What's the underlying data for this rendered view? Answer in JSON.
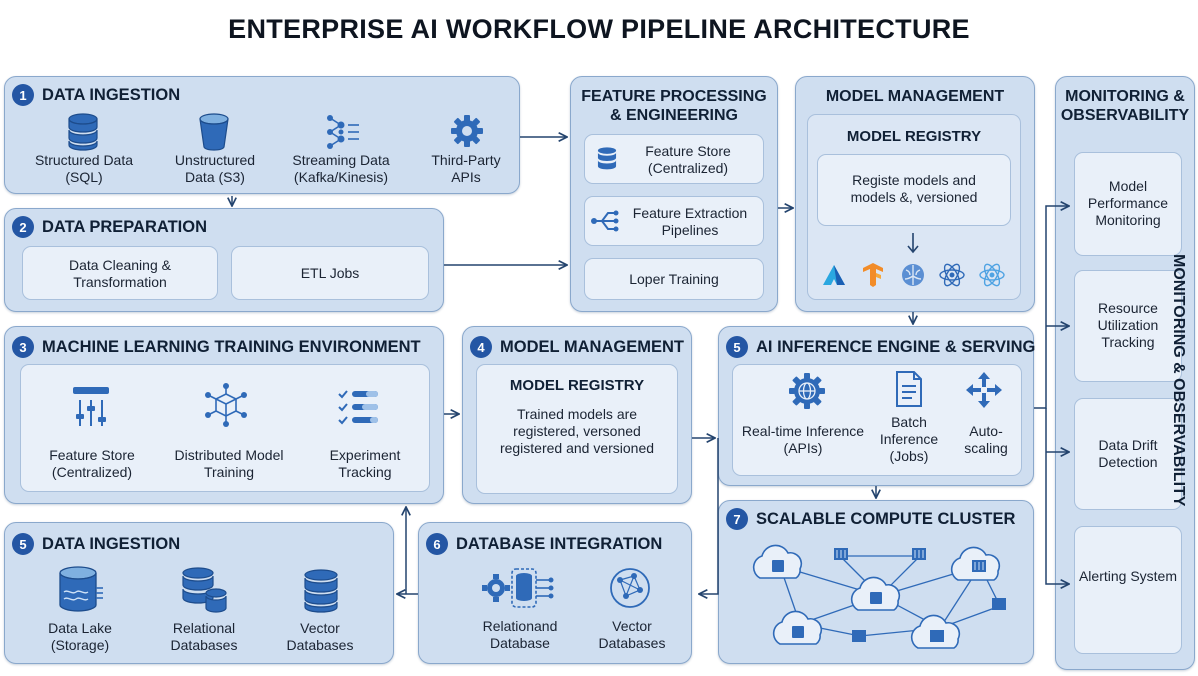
{
  "title": "ENTERPRISE AI WORKFLOW PIPELINE ARCHITECTURE",
  "ingestion_top": {
    "number": "1",
    "title": "DATA INGESTION",
    "items": [
      {
        "icon": "database-icon",
        "label": "Structured Data (SQL)"
      },
      {
        "icon": "bucket-icon",
        "label": "Unstructured Data (S3)"
      },
      {
        "icon": "stream-nodes-icon",
        "label": "Streaming Data (Kafka/Kinesis)"
      },
      {
        "icon": "gear-icon",
        "label": "Third-Party APIs"
      }
    ]
  },
  "preparation": {
    "number": "2",
    "title": "DATA PREPARATION",
    "items": [
      "Data Cleaning & Transformation",
      "ETL Jobs"
    ]
  },
  "feature_processing": {
    "title": "FEATURE PROCESSING & ENGINEERING",
    "items": [
      "Feature Store (Centralized)",
      "Feature Extraction Pipelines",
      "Loper Training"
    ]
  },
  "model_management_top": {
    "title": "MODEL MANAGEMENT",
    "registry_title": "MODEL REGISTRY",
    "registry_text": "Registe models and models &, versioned",
    "logos": [
      "triangle-logo-icon",
      "tensorflow-icon",
      "brain-icon",
      "atom-icon",
      "react-icon"
    ]
  },
  "monitoring": {
    "title": "MONITORING & OBSERVABILITY",
    "side_label": "MONITORING & OBSERVABILITY",
    "items": [
      "Model Performance Monitoring",
      "Resource Utilization Tracking",
      "Data Drift Detection",
      "Alerting System"
    ]
  },
  "ml_training": {
    "number": "3",
    "title": "MACHINE LEARNING TRAINING ENVIRONMENT",
    "items": [
      {
        "icon": "sliders-icon",
        "label": "Feature Store (Centralized)"
      },
      {
        "icon": "network-cube-icon",
        "label": "Distributed Model Training"
      },
      {
        "icon": "checklist-icon",
        "label": "Experiment Tracking"
      }
    ]
  },
  "model_management_mid": {
    "number": "4",
    "title": "MODEL MANAGEMENT",
    "registry_title": "MODEL REGISTRY",
    "registry_text": "Trained models are registered, versoned registered and versioned"
  },
  "inference": {
    "number": "5",
    "title": "AI INFERENCE ENGINE & SERVING",
    "items": [
      {
        "icon": "globe-gear-icon",
        "label": "Real-time Inference (APIs)"
      },
      {
        "icon": "document-icon",
        "label": "Batch Inference (Jobs)"
      },
      {
        "icon": "scaling-arrows-icon",
        "label": "Auto-scaling"
      }
    ]
  },
  "ingestion_bottom": {
    "number": "5",
    "title": "DATA INGESTION",
    "items": [
      {
        "icon": "data-lake-icon",
        "label": "Data Lake (Storage)"
      },
      {
        "icon": "relational-db-icon",
        "label": "Relational Databases"
      },
      {
        "icon": "vector-db-icon",
        "label": "Vector Databases"
      }
    ]
  },
  "db_integration": {
    "number": "6",
    "title": "DATABASE INTEGRATION",
    "items": [
      {
        "icon": "gear-db-icon",
        "label": "Relationand Database"
      },
      {
        "icon": "vector-globe-icon",
        "label": "Vector Databases"
      }
    ]
  },
  "compute": {
    "number": "7",
    "title": "SCALABLE COMPUTE CLUSTER"
  }
}
